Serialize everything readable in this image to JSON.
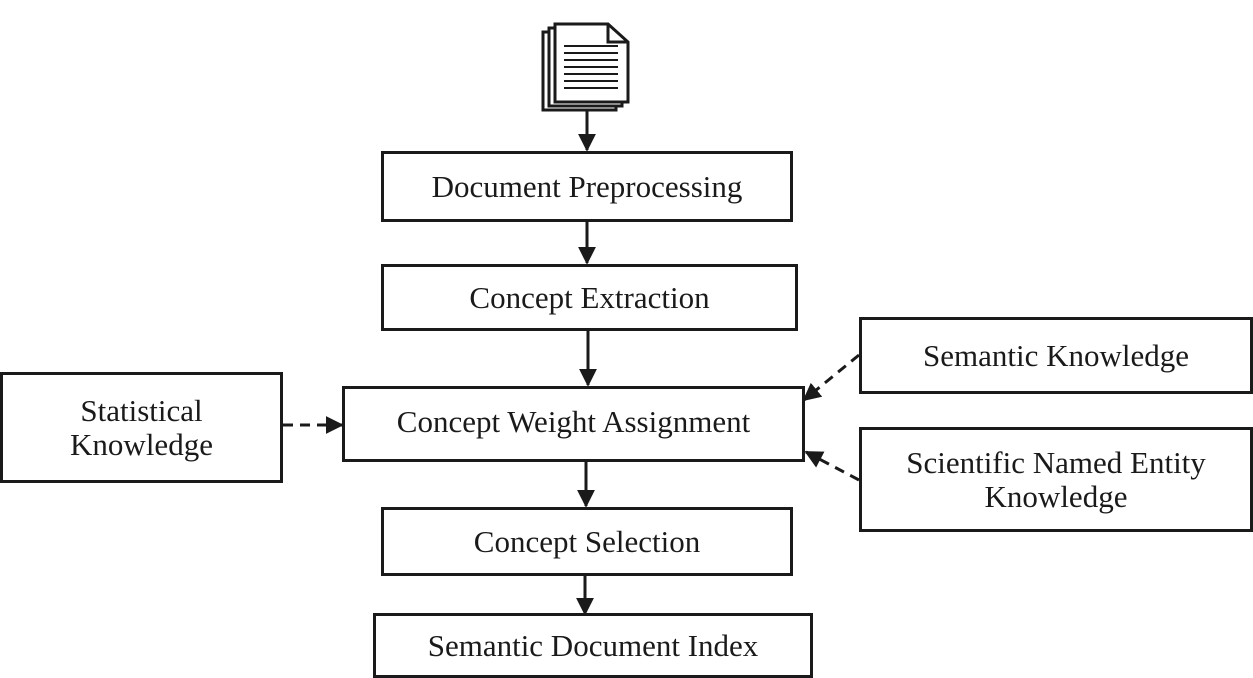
{
  "diagram": {
    "steps": {
      "preprocessing": "Document Preprocessing",
      "extraction": "Concept Extraction",
      "weighting": "Concept Weight Assignment",
      "selection": "Concept Selection",
      "index": "Semantic Document Index"
    },
    "knowledge": {
      "statistical_line1": "Statistical",
      "statistical_line2": "Knowledge",
      "semantic": "Semantic Knowledge",
      "scientific_line1": "Scientific Named Entity",
      "scientific_line2": "Knowledge"
    },
    "icons": {
      "input": "document-stack-icon"
    },
    "colors": {
      "stroke": "#1a1a1a",
      "background": "#ffffff"
    }
  }
}
